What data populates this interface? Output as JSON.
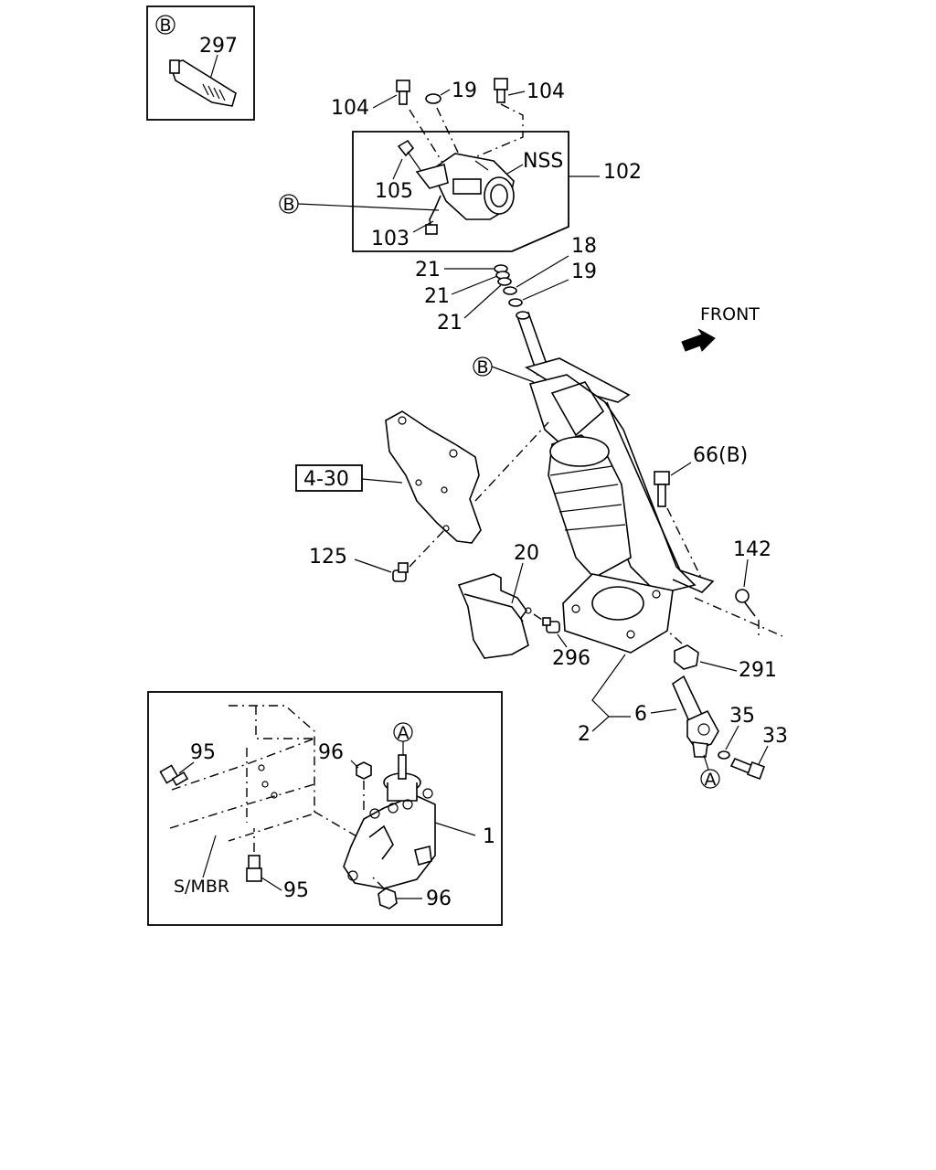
{
  "labels": {
    "p297": "297",
    "p104a": "104",
    "p19a": "19",
    "p104b": "104",
    "nss": "NSS",
    "p102": "102",
    "p105": "105",
    "p103": "103",
    "p18": "18",
    "p19b": "19",
    "p21a": "21",
    "p21b": "21",
    "p21c": "21",
    "front": "FRONT",
    "p66b": "66(B)",
    "p4_30": "4-30",
    "p142": "142",
    "p125": "125",
    "p20": "20",
    "p296": "296",
    "p291": "291",
    "p6": "6",
    "p2": "2",
    "p35": "35",
    "p33": "33",
    "p95a": "95",
    "p96a": "96",
    "p1": "1",
    "smbr": "S/MBR",
    "p95b": "95",
    "p96b": "96"
  },
  "markers": {
    "b_inset": "B",
    "b_harness": "B",
    "b_column": "B",
    "a_joint": "A",
    "a_box": "A"
  }
}
